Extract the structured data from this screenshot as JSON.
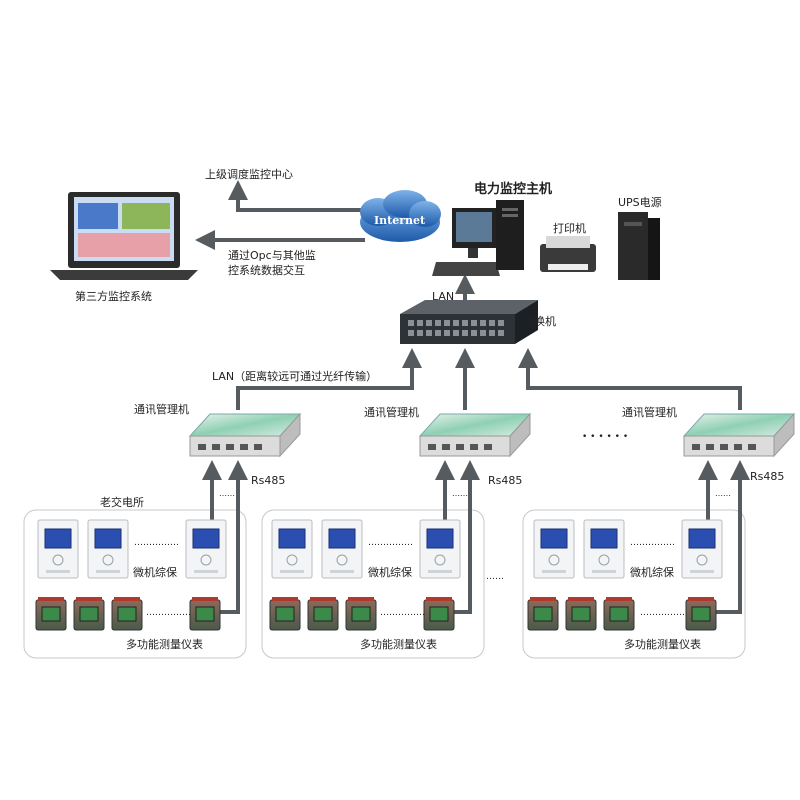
{
  "labels": {
    "upper_center": "上级调度监控中心",
    "opc_line1": "通过Opc与其他监",
    "opc_line2": "控系统数据交互",
    "third_party": "第三方监控系统",
    "internet": "Internet",
    "host": "电力监控主机",
    "ups": "UPS电源",
    "printer": "打印机",
    "lan_top": "LAN",
    "switch": "交换机",
    "lan_long": "LAN（距离较远可通过光纤传输）",
    "comm_manager": "通讯管理机",
    "rs485": "Rs485",
    "old_substation": "老交电所",
    "relay": "微机综保",
    "meter": "多功能测量仪表",
    "dots_h": "……",
    "dots_long": "……………",
    "dots_meter": "……………",
    "dots_mid": "……",
    "dots_bullet": "• • • • • •"
  },
  "colors": {
    "line": "#555b5e",
    "cloud": "#2f6db8",
    "device_green": "#3a9a7a",
    "lcd": "#2a4fb0"
  }
}
